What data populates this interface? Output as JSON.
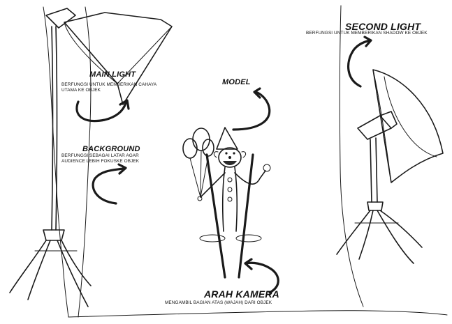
{
  "annotations": {
    "main_light": {
      "title": "MAIN LIGHT",
      "description": "BERFUNGSI UNTUK MEMBERIKAN CAHAYA\nUTAMA KE OBJEK"
    },
    "background": {
      "title": "BACKGROUND",
      "description": "BERFUNGSI SEBAGAI LATAR AGAR\nAUDIENCE LEBIH FOKUSKE OBJEK"
    },
    "model": {
      "title": "MODEL"
    },
    "second_light": {
      "title": "SECOND LIGHT",
      "description": "BERFUNGSI UNTUK MEMBERIKAN SHADOW KE OBJEK"
    },
    "camera": {
      "title": "ARAH KAMERA",
      "description": "MENGAMBIL BAGIAN ATAS (WAJAH) DARI OBJEK"
    }
  },
  "colors": {
    "ink": "#1a1a1a",
    "background": "#ffffff",
    "clown_mouth": "#2a2a2a"
  }
}
